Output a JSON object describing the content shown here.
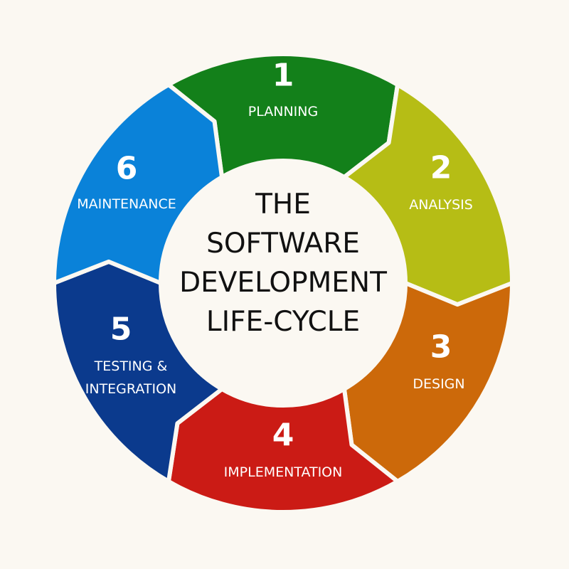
{
  "title_lines": [
    "THE",
    "SOFTWARE",
    "DEVELOPMENT",
    "LIFE-CYCLE"
  ],
  "background": "#fbf8f2",
  "stages": [
    {
      "number": "1",
      "label": "PLANNING",
      "color": "#13801a"
    },
    {
      "number": "2",
      "label": "ANALYSIS",
      "color": "#b6bd15"
    },
    {
      "number": "3",
      "label": "DESIGN",
      "color": "#cc690a"
    },
    {
      "number": "4",
      "label": "IMPLEMENTATION",
      "color": "#cb1b15"
    },
    {
      "number": "5",
      "label_lines": [
        "TESTING &",
        "INTEGRATION"
      ],
      "color": "#0b3a8d"
    },
    {
      "number": "6",
      "label": "MAINTENANCE",
      "color": "#0a82d9"
    }
  ]
}
